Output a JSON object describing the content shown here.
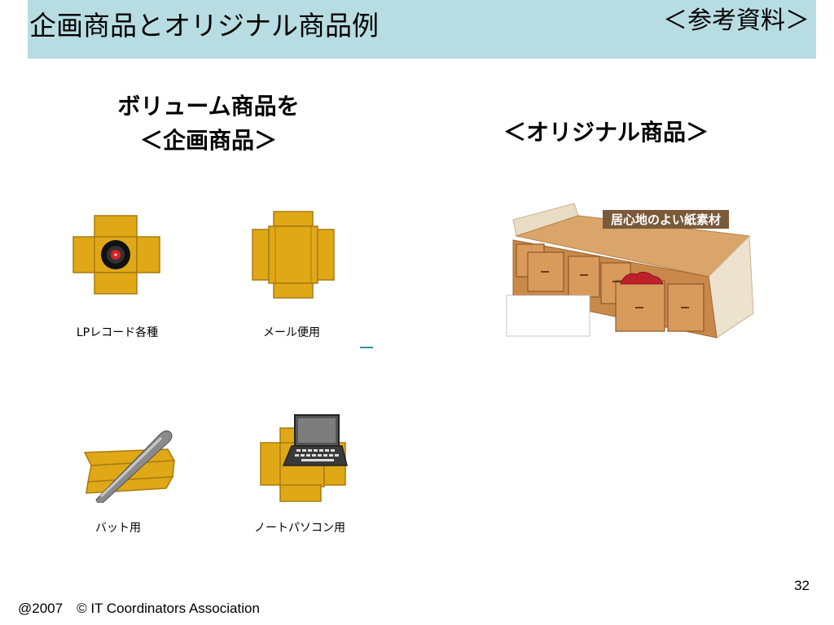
{
  "header": {
    "title": "企画商品とオリジナル商品例",
    "reference": "＜参考資料＞"
  },
  "left_section": {
    "heading_line1": "ボリューム商品を",
    "heading_line2": "＜企画商品＞"
  },
  "right_section": {
    "heading": "＜オリジナル商品＞",
    "photo_label": "居心地のよい紙素材"
  },
  "products": [
    {
      "caption": "LPレコード各種",
      "icon": "record-box-icon"
    },
    {
      "caption": "メール便用",
      "icon": "mail-box-icon"
    },
    {
      "caption": "バット用",
      "icon": "bat-box-icon"
    },
    {
      "caption": "ノートパソコン用",
      "icon": "laptop-box-icon"
    }
  ],
  "footer": {
    "copyright": "@2007　© IT Coordinators Association",
    "page_number": "32"
  },
  "colors": {
    "title_bar": "#b7dde2",
    "cardboard": "#e0a817",
    "cardboard_edge": "#a77b10"
  }
}
